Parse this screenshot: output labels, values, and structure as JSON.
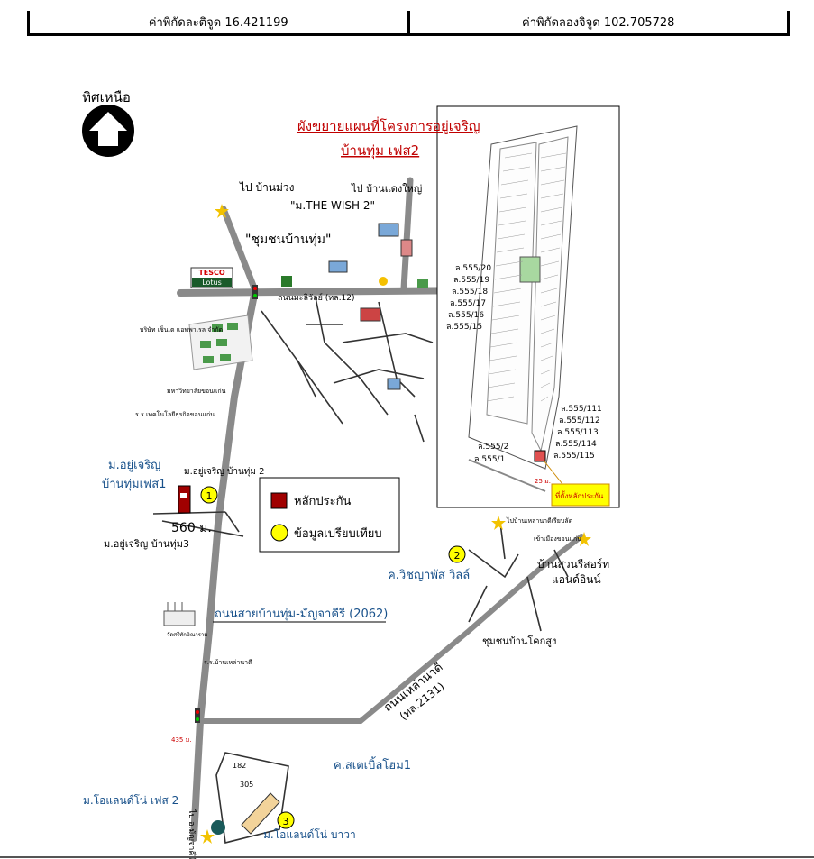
{
  "coordinates": {
    "latitude_label": "ค่าพิกัดละติจูด 16.421199",
    "longitude_label": "ค่าพิกัดลองจิจูด 102.705728"
  },
  "north": {
    "label": "ทิศเหนือ"
  },
  "inset": {
    "title_line1": "ผังขยายแผนที่โครงการอยู่เจริญ",
    "title_line2": "บ้านทุ่ม เฟส2",
    "lot_labels_left": [
      "ล.555/20",
      "ล.555/19",
      "ล.555/18",
      "ล.555/17",
      "ล.555/16",
      "ล.555/15"
    ],
    "lot_labels_right": [
      "ล.555/111",
      "ล.555/112",
      "ล.555/113",
      "ล.555/114",
      "ล.555/115"
    ],
    "lot_labels_bottom": [
      "ล.555/2",
      "ล.555/1"
    ],
    "callout": "ที่ตั้งหลักประกัน",
    "distance": "25 ม."
  },
  "legend": {
    "collateral": "หลักประกัน",
    "comparison": "ข้อมูลเปรียบเทียบ",
    "collateral_color": "#a00000",
    "comparison_color": "#ffff00"
  },
  "labels": {
    "to_ban_daeng_yai": "ไป บ้านแดงใหญ่",
    "the_wish": "\"ม.THE WISH 2\"",
    "community_ban_thum": "\"ชุมชนบ้านทุ่ม\"",
    "to_ban_muang": "ไป บ้านม่วง",
    "tesco": "TESCO",
    "lotus": "Lotus",
    "road_mittraphap": "ถนนมะลิวัลย์ (ทล.12)",
    "yu_charoen_ban_thum_2": "ม.อยู่เจริญ บ้านทุ่ม 2",
    "project_line1": "ม.อยู่เจริญ",
    "project_line2": "บ้านทุ่มเฟส1",
    "distance_560": "560 ม.",
    "yu_charoen_phase3": "ม.อยู่เจริญ บ้านทุ่ม3",
    "road_ban_thum_manjakiri": "ถนนสายบ้านทุ่ม-มัญจาคีรี (2062)",
    "road_lao_na_di": "ถนนเหล่านาดี",
    "road_lao_na_di_code": "(ทล.2131)",
    "wichayapat_villa": "ค.วิชญาพัส วิลล์",
    "ban_suan_resort_1": "บ้านสวนรีสอร์ท",
    "ban_suan_resort_2": "แอนด์อินน์",
    "community_khok_sung": "ชุมชนบ้านโคกสูง",
    "stable_home": "ค.สเตเบิ้ลโฮม1",
    "orland_phase2": "ม.โอแลนด์โน่ เฟส 2",
    "orland_bawa": "ม.โอแลนด์โน่ บาวา",
    "to_manjakiri": "ไป อ.มัญจาคีรี",
    "to_lao_na_di": "ไปบ้านเหล่านาดีเรียบลัด",
    "to_khon_kaen_city": "เข้าเมืองขอนแก่น",
    "tech_college": "ร.ร.เทคโนโลยีธุรกิจขอนแก่น",
    "univ": "มหาวิทยาลัยขอนแก่น",
    "company": "บริษัท เซ็นเต แอพพาเรล จำกัด",
    "wat": "วัดศรีทักษิณาราม",
    "school": "ร.ร.บ้านเหล่านาดี",
    "num_1": "1",
    "num_2": "2",
    "num_3": "3",
    "house_182": "182",
    "house_305": "305",
    "distance_435": "435 ม."
  }
}
